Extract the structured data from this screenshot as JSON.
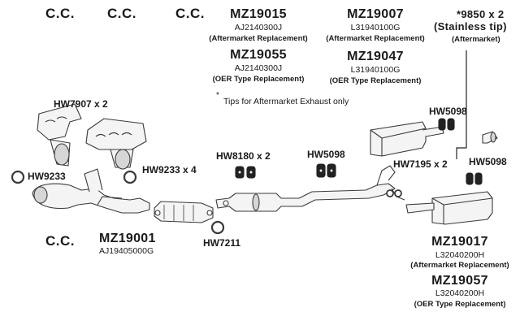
{
  "cc_labels": [
    "C.C.",
    "C.C.",
    "C.C.",
    "C.C."
  ],
  "parts": {
    "mz19015": {
      "number": "MZ19015",
      "oem": "AJ2140300J",
      "note": "(Aftermarket Replacement)"
    },
    "mz19055": {
      "number": "MZ19055",
      "oem": "AJ2140300J",
      "note": "(OER Type Replacement)"
    },
    "mz19007": {
      "number": "MZ19007",
      "oem": "L31940100G",
      "note": "(Aftermarket Replacement)"
    },
    "mz19047": {
      "number": "MZ19047",
      "oem": "L31940100G",
      "note": "(OER Type Replacement)"
    },
    "tip": {
      "number": "*9850 x 2",
      "desc": "(Stainless tip)",
      "note": "(Aftermarket)"
    },
    "mz19001": {
      "number": "MZ19001",
      "oem": "AJ19405000G"
    },
    "mz19017": {
      "number": "MZ19017",
      "oem": "L32040200H",
      "note": "(Aftermarket Replacement)"
    },
    "mz19057": {
      "number": "MZ19057",
      "oem": "L32040200H",
      "note": "(OER Type Replacement)"
    }
  },
  "footnote": {
    "star": "*",
    "text": "Tips for Aftermarket Exhaust only"
  },
  "hardware": {
    "hw7907": "HW7907 x 2",
    "hw9233": "HW9233",
    "hw9233x4": "HW9233 x 4",
    "hw8180": "HW8180 x 2",
    "hw5098_mid": "HW5098",
    "hw7211": "HW7211",
    "hw5098_top": "HW5098",
    "hw7195": "HW7195 x 2",
    "hw5098_right": "HW5098"
  },
  "colors": {
    "line": "#3a3a3a",
    "fill": "#f4f4f4",
    "shade": "#d6d6d6",
    "dark": "#222222"
  }
}
